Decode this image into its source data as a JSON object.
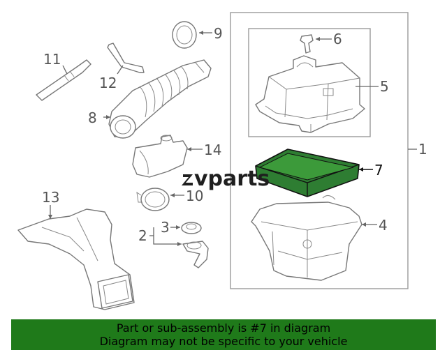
{
  "callouts": {
    "c1": "1",
    "c2": "2",
    "c3": "3",
    "c4": "4",
    "c5": "5",
    "c6": "6",
    "c7": "7",
    "c8": "8",
    "c9": "9",
    "c10": "10",
    "c11": "11",
    "c12": "12",
    "c13": "13",
    "c14": "14"
  },
  "watermark": {
    "brand": "vparts"
  },
  "banner": {
    "line1": "Part or sub-assembly is #7 in diagram",
    "line2": "Diagram may not be specific to your vehicle"
  },
  "colors": {
    "highlight": "#2e7d32",
    "banner": "#1f7a1a",
    "frame": "#999999"
  }
}
